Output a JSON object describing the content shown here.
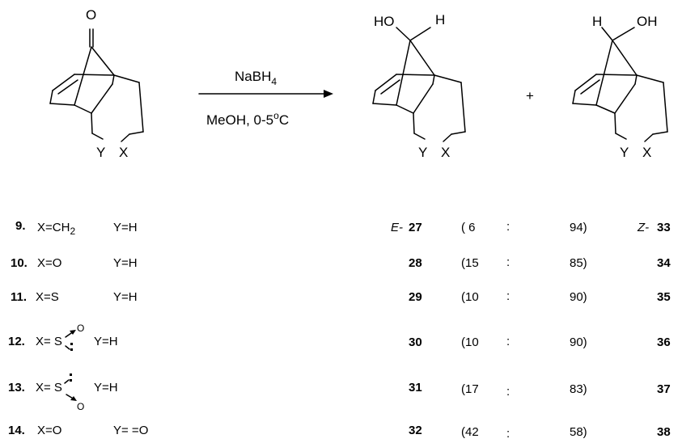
{
  "reaction": {
    "starting_material": {
      "carbonyl_O": "O",
      "Y": "Y",
      "X": "X"
    },
    "reagent": {
      "main": "NaBH",
      "subscript": "4"
    },
    "conditions": {
      "before_sup": "MeOH, 0-5",
      "sup": "o",
      "after_sup": "C"
    },
    "plus": "+",
    "product_E": {
      "OH": "HO",
      "H": "H",
      "Y": "Y",
      "X": "X"
    },
    "product_Z": {
      "H": "H",
      "OH": "OH",
      "Y": "Y",
      "X": "X"
    }
  },
  "ratio_sep": ":",
  "table": {
    "rows": [
      {
        "num": "9.",
        "x_text": "X=CH",
        "x_sub": "2",
        "y_text": "Y=H",
        "e_prefix": "E-",
        "e_num": "27",
        "left": "( 6",
        "right": "94)",
        "z_prefix": "Z-",
        "z_num": "33"
      },
      {
        "num": "10.",
        "x_text": "X=O",
        "x_sub": "",
        "y_text": "Y=H",
        "e_prefix": "",
        "e_num": "28",
        "left": "(15",
        "right": "85)",
        "z_prefix": "",
        "z_num": "34"
      },
      {
        "num": "11.",
        "x_text": "X=S",
        "x_sub": "",
        "y_text": "Y=H",
        "e_prefix": "",
        "e_num": "29",
        "left": "(10",
        "right": "90)",
        "z_prefix": "",
        "z_num": "35"
      },
      {
        "num": "12.",
        "x_text": "X= S",
        "x_sub": "",
        "y_text": "Y=H",
        "e_prefix": "",
        "e_num": "30",
        "left": "(10",
        "right": "90)",
        "z_prefix": "",
        "z_num": "36",
        "sulfoxide_O": "O"
      },
      {
        "num": "13.",
        "x_text": "X= S",
        "x_sub": "",
        "y_text": "Y=H",
        "e_prefix": "",
        "e_num": "31",
        "left": "(17",
        "right": "83)",
        "z_prefix": "",
        "z_num": "37",
        "sulfoxide_O": "O"
      },
      {
        "num": "14.",
        "x_text": "X=O",
        "x_sub": "",
        "y_text": "Y= =O",
        "e_prefix": "",
        "e_num": "32",
        "left": "(42",
        "right": "58)",
        "z_prefix": "",
        "z_num": "38"
      }
    ]
  }
}
